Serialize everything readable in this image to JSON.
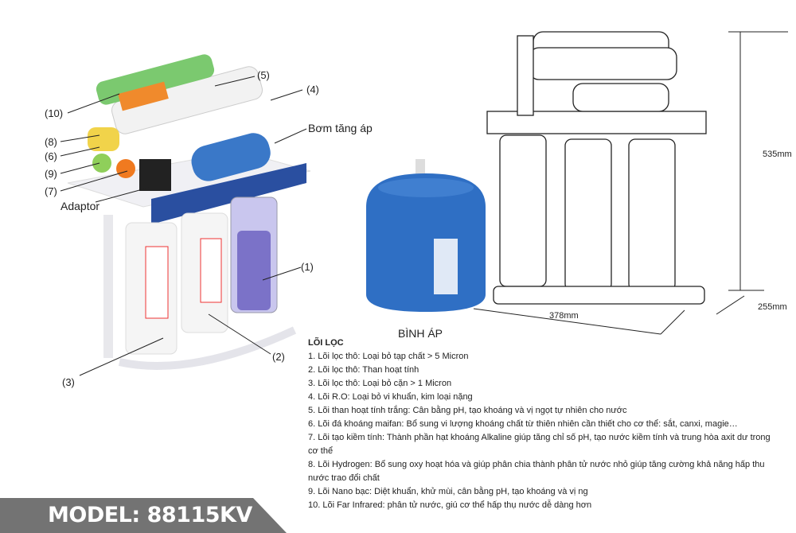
{
  "labels": {
    "l10": "(10)",
    "l8": "(8)",
    "l6": "(6)",
    "l9": "(9)",
    "l7": "(7)",
    "adaptor": "Adaptor",
    "l5": "(5)",
    "l4": "(4)",
    "pump": "Bơm tăng áp",
    "l1": "(1)",
    "l2": "(2)",
    "l3": "(3)",
    "tank": "BÌNH ÁP"
  },
  "dimensions": {
    "height": "535mm",
    "depth": "255mm",
    "width": "378mm"
  },
  "specs": {
    "title": "LÕI LỌC",
    "items": [
      "1. Lõi lọc thô: Loại bỏ tạp chất > 5 Micron",
      "2. Lõi lọc thô: Than hoạt tính",
      "3. Lõi lọc thô: Loại bỏ cặn > 1 Micron",
      "4. Lõi R.O: Loại bỏ vi khuẩn, kim loại nặng",
      "5. Lõi than hoạt tính trắng: Cân bằng pH, tạo khoáng và vị ngọt tự nhiên cho nước",
      "6. Lõi đá khoáng maifan: Bổ sung vi lượng khoáng chất từ thiên nhiên cần thiết cho cơ thể: sắt, canxi, magie…",
      "7. Lõi tạo kiềm tính: Thành phần hạt khoáng Alkaline giúp tăng chỉ số pH, tạo nước kiềm tính và trung hòa axit dư trong cơ thể",
      "8. Lõi Hydrogen: Bổ sung oxy hoạt hóa và giúp phân chia thành phân tử nước nhỏ giúp tăng cường khả năng hấp thu nước trao đổi chất",
      "9. Lõi Nano bạc: Diệt khuẩn, khử mùi, cân bằng pH, tạo khoáng và vị ng",
      "10. Lõi Far Infrared: phân tử nước, giú cơ thể hấp thụ nước dễ dàng hơn"
    ]
  },
  "model": "MODEL: 88115KV",
  "colors": {
    "tank": "#2f6fc4",
    "banner": "#737373",
    "brand_panel": "#2a4fa0"
  }
}
